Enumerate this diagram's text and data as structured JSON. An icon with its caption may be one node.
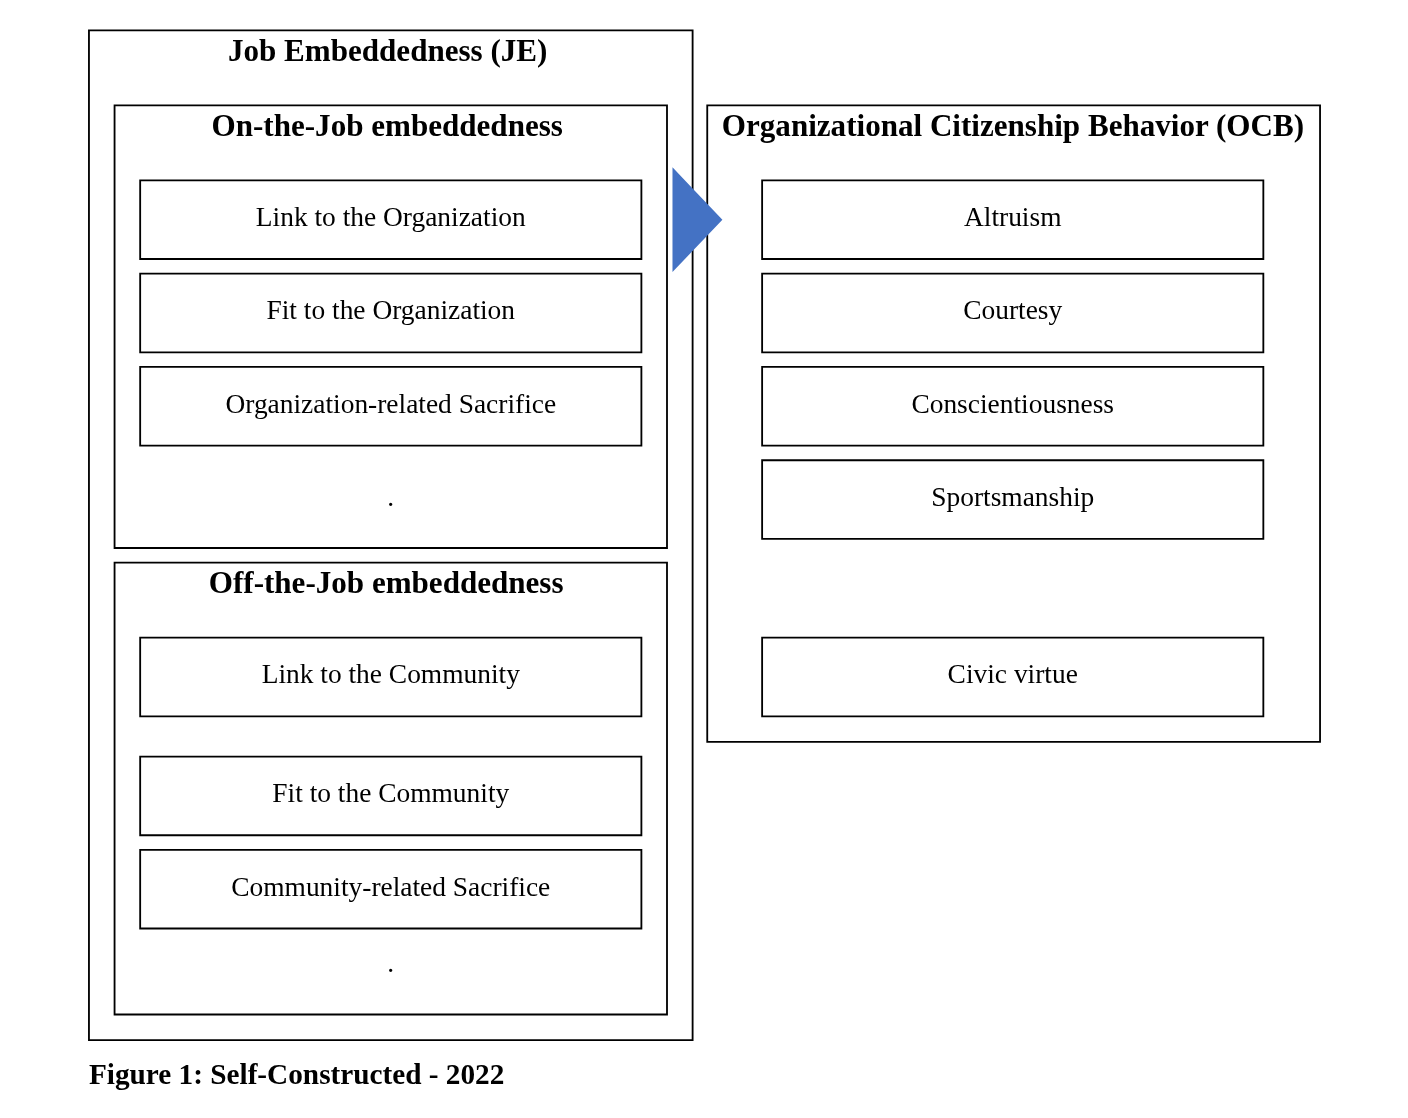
{
  "diagram": {
    "caption": "Figure 1: Self-Constructed - 2022",
    "nodes": [
      {
        "text": [
          "Job Embeddedness (JE)"
        ]
      },
      {
        "text": [
          "On-the-Job embeddedness"
        ],
        "in": 0
      },
      {
        "text": [
          "Link to the Organization"
        ],
        "in": 1
      },
      {
        "text": [
          "Fit to the Organization"
        ],
        "in": 1
      },
      {
        "text": [
          "Organization-related Sacrifice"
        ],
        "in": 1
      },
      {
        "text": [
          "Off-the-Job embeddedness"
        ],
        "in": 0
      },
      {
        "text": [
          "Link to the Community"
        ],
        "in": 5
      },
      {
        "text": [
          "Fit to the Community"
        ],
        "in": 5
      },
      {
        "text": [
          "Community-related Sacrifice"
        ],
        "in": 5
      },
      {
        "text": [
          "Organizational Citizenship Behavior (OCB)"
        ]
      },
      {
        "text": [
          "Altruism"
        ],
        "in": 9
      },
      {
        "text": [
          "Courtesy"
        ],
        "in": 9
      },
      {
        "text": [
          "Conscientiousness"
        ],
        "in": 9
      },
      {
        "text": [
          "Sportsmanship"
        ],
        "in": 9
      },
      {
        "text": [
          "Civic virtue"
        ],
        "in": 9
      }
    ],
    "edges": [
      {
        "from": 0,
        "to": 9,
        "arrow": "to",
        "style": "thick",
        "color": "#4472c4"
      }
    ],
    "labels": [
      ".",
      "."
    ]
  }
}
